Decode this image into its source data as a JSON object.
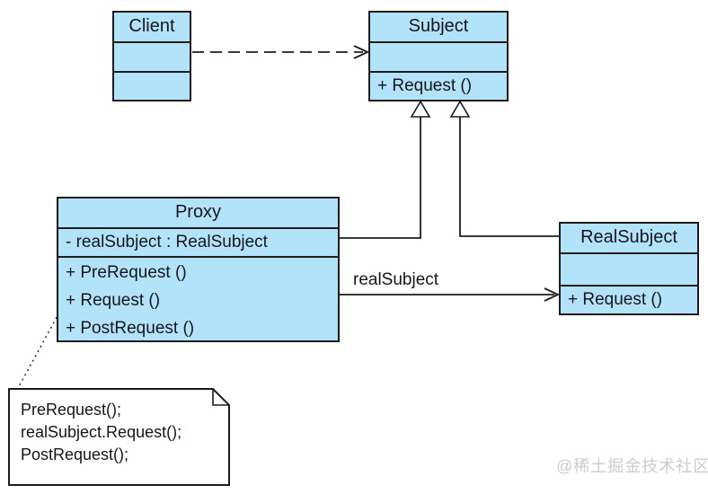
{
  "classes": {
    "client": {
      "name": "Client"
    },
    "subject": {
      "name": "Subject",
      "method": "+ Request ()"
    },
    "proxy": {
      "name": "Proxy",
      "attribute": "- realSubject : RealSubject",
      "methods": [
        "+ PreRequest ()",
        "+ Request ()",
        "+ PostRequest ()"
      ]
    },
    "realSubject": {
      "name": "RealSubject",
      "method": "+ Request ()"
    }
  },
  "association_label": "realSubject",
  "note": {
    "lines": [
      "PreRequest();",
      "realSubject.Request();",
      "PostRequest();"
    ]
  },
  "watermark": "@稀土掘金技术社区",
  "colors": {
    "class_fill": "#b3e3f9",
    "stroke": "#1c1c1c",
    "text": "#16161e",
    "watermark": "#cccccc",
    "background": "#ffffff"
  }
}
